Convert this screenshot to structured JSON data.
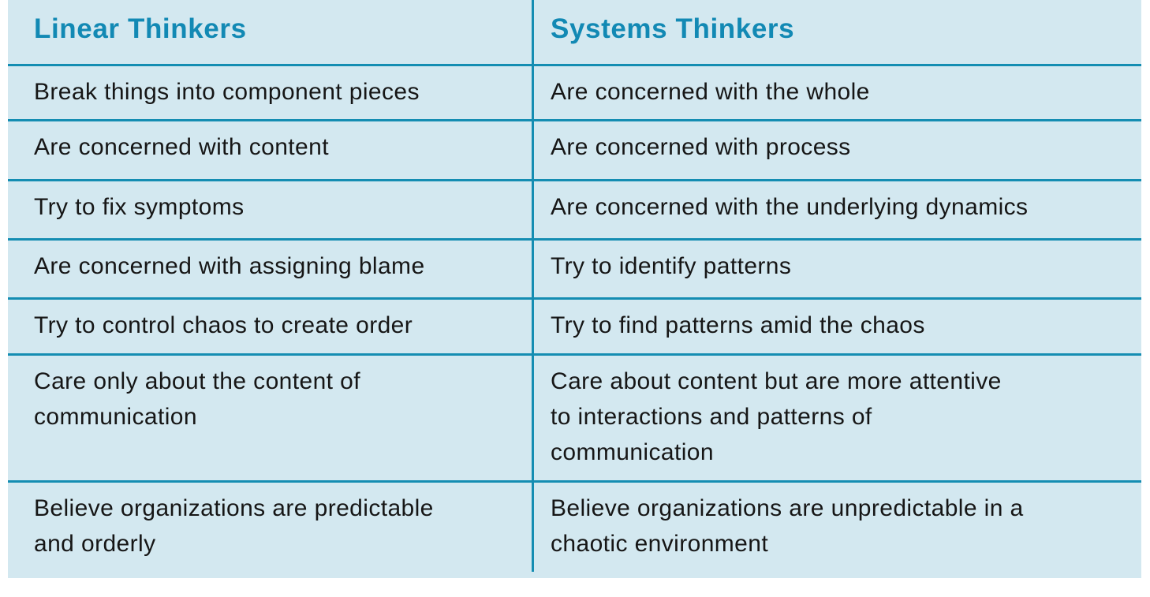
{
  "table": {
    "columns": [
      {
        "header": "Linear Thinkers"
      },
      {
        "header": "Systems Thinkers"
      }
    ],
    "rows": [
      {
        "linear": "Break things into component pieces",
        "systems": "Are concerned with the whole"
      },
      {
        "linear": "Are concerned with content",
        "systems": "Are concerned with process"
      },
      {
        "linear": "Try to fix symptoms",
        "systems": "Are concerned with the underlying dynamics"
      },
      {
        "linear": "Are concerned with assigning blame",
        "systems": "Try to identify patterns"
      },
      {
        "linear": "Try to control chaos to create order",
        "systems": "Try to find patterns amid the chaos"
      },
      {
        "linear": "Care only about the content of\ncommunication",
        "systems": "Care about content but are more attentive\nto interactions and patterns of\ncommunication"
      },
      {
        "linear": "Believe organizations are predictable\nand orderly",
        "systems": "Believe organizations are unpredictable in a\nchaotic environment"
      }
    ]
  },
  "colors": {
    "table_background": "#d3e8f0",
    "rule_line": "#148db2",
    "header_text": "#1289b4",
    "body_text": "#161616",
    "page_background": "#ffffff"
  }
}
